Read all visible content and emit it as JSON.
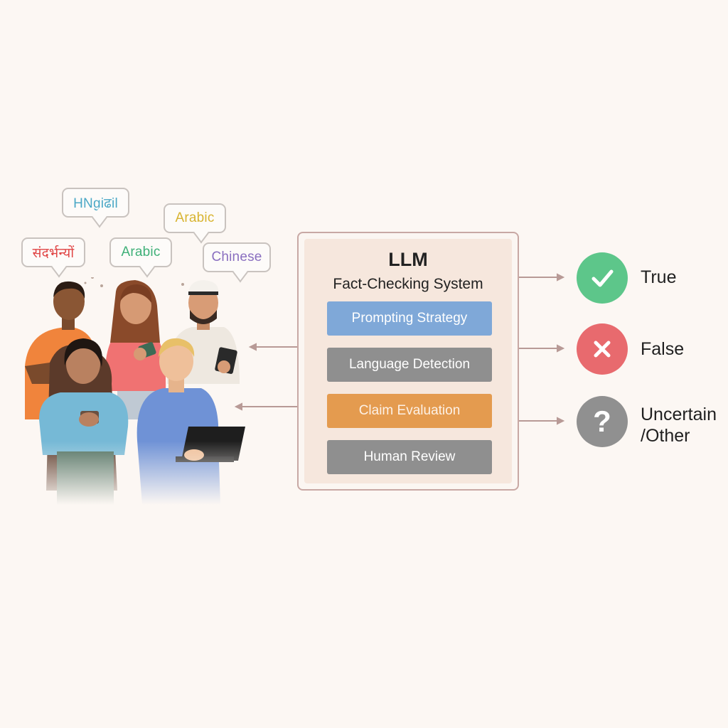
{
  "speech_bubbles": [
    {
      "text": "HNgiढil",
      "color": "#4ba8c6"
    },
    {
      "text": "Arabic",
      "color": "#d8b431"
    },
    {
      "text": "संदर्भन्यों",
      "color": "#e04545"
    },
    {
      "text": "Arabic",
      "color": "#3fb078"
    },
    {
      "text": "Chinese",
      "color": "#8a6fc0"
    }
  ],
  "system": {
    "title": "LLM",
    "subtitle": "Fact-Checking System",
    "modules": [
      {
        "label": "Prompting Strategy",
        "color": "#7fa8d8",
        "text_color": "#ffffff"
      },
      {
        "label": "Language Detection",
        "color": "#8f8f8f",
        "text_color": "#ffffff"
      },
      {
        "label": "Claim Evaluation",
        "color": "#e49b4f",
        "text_color": "#fdf1e6"
      },
      {
        "label": "Human Review",
        "color": "#8f8f8f",
        "text_color": "#ffffff"
      }
    ]
  },
  "outcomes": [
    {
      "label_lines": [
        "True"
      ],
      "icon": "check-icon",
      "color": "#5dc68a"
    },
    {
      "label_lines": [
        "False"
      ],
      "icon": "cross-icon",
      "color": "#e86a6e"
    },
    {
      "label_lines": [
        "Uncertain",
        "/Other"
      ],
      "icon": "question-icon",
      "color": "#909090"
    }
  ]
}
